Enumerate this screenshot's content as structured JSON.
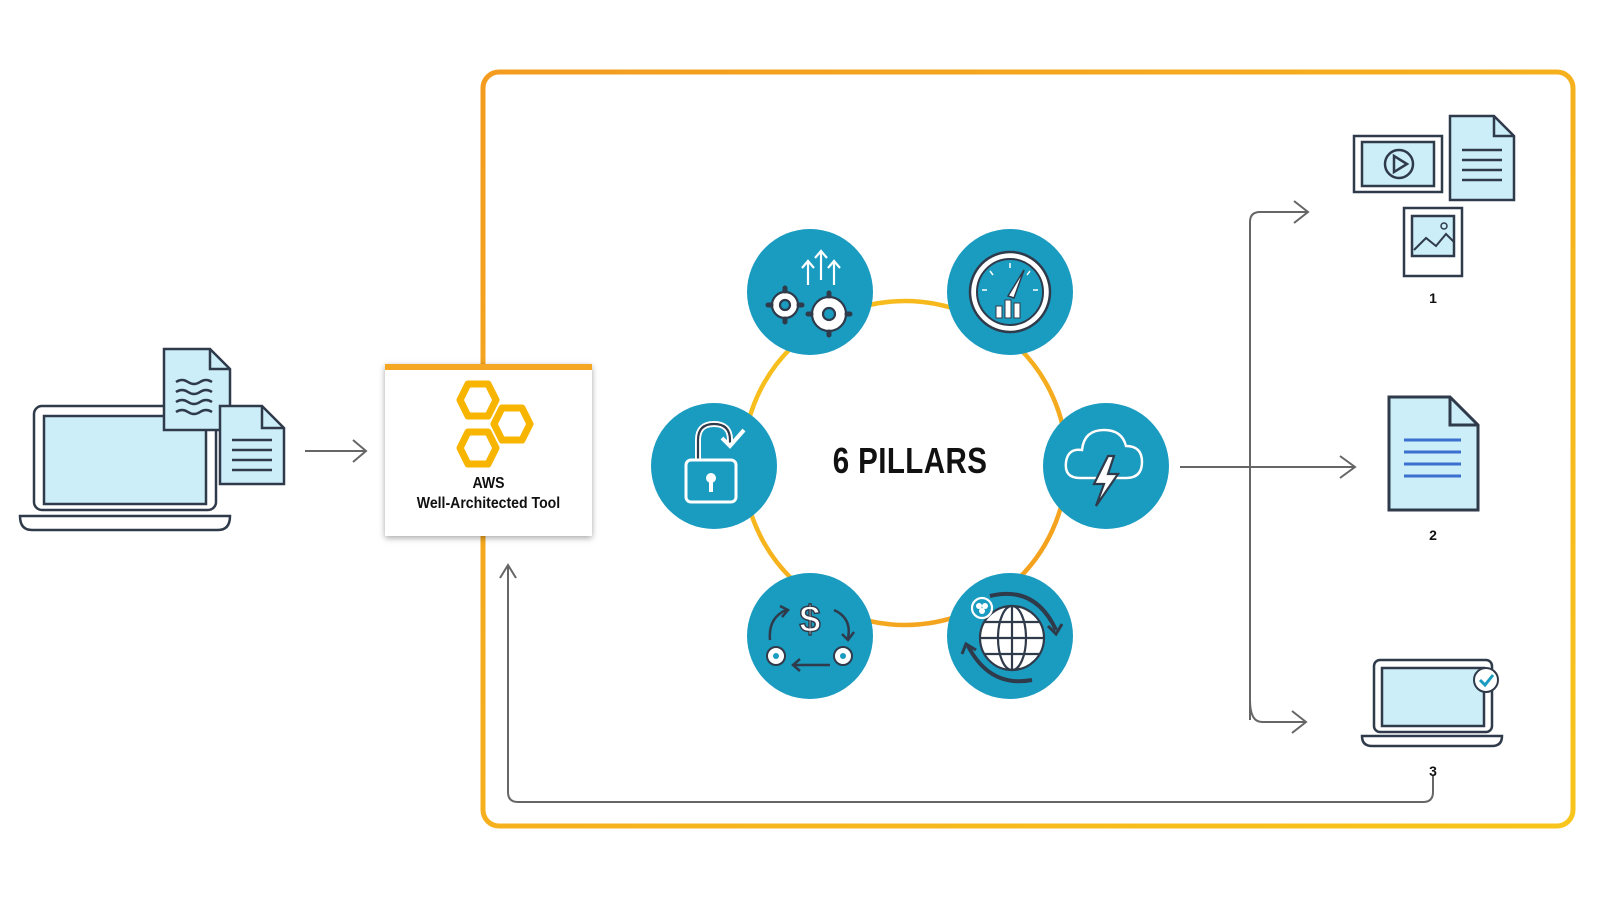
{
  "tool": {
    "line1": "AWS",
    "line2": "Well-Architected Tool",
    "icon": "hexagon-cluster-icon"
  },
  "center_label": "6 PILLARS",
  "pillars": [
    {
      "icon": "gears-arrows-icon"
    },
    {
      "icon": "speedometer-icon"
    },
    {
      "icon": "storm-cloud-icon"
    },
    {
      "icon": "globe-cycle-icon"
    },
    {
      "icon": "dollar-cycle-icon"
    },
    {
      "icon": "padlock-check-icon"
    }
  ],
  "outputs": [
    {
      "label": "1",
      "icon": "media-documents-icon"
    },
    {
      "label": "2",
      "icon": "document-icon"
    },
    {
      "label": "3",
      "icon": "laptop-check-icon"
    }
  ],
  "input_icon": "laptop-documents-icon",
  "colors": {
    "orange": "#f5a623",
    "teal": "#1a9bc0",
    "light_blue": "#cbeef8",
    "outline": "#2f3a4a",
    "arrow": "#666666",
    "hex_yellow": "#f7b500"
  }
}
